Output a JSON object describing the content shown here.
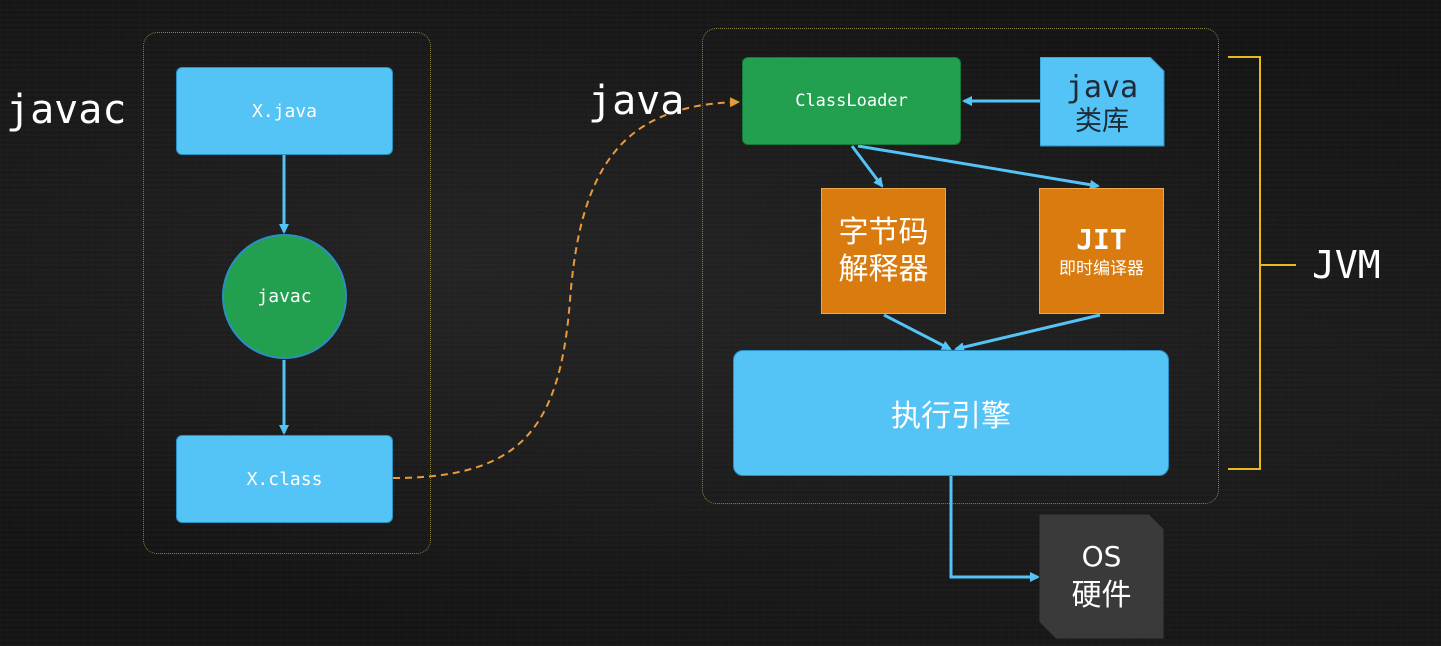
{
  "left_label": "javac",
  "center_label": "java",
  "right_label": "JVM",
  "compile": {
    "source_file": "X.java",
    "compiler": "javac",
    "class_file": "X.class"
  },
  "jvm": {
    "classloader": "ClassLoader",
    "library": {
      "line1": "java",
      "line2": "类库"
    },
    "interpreter": {
      "line1": "字节码",
      "line2": "解释器"
    },
    "jit": {
      "line1": "JIT",
      "line2": "即时编译器"
    },
    "engine": "执行引擎"
  },
  "platform": {
    "line1": "OS",
    "line2": "硬件"
  },
  "colors": {
    "blue": "#54c3f5",
    "green": "#22a04f",
    "orange": "#d97b0f",
    "dark": "#3a3a3a",
    "arrow": "#54c3f5",
    "dashed_arrow": "#e89a3c",
    "bracket": "#e7b820"
  }
}
